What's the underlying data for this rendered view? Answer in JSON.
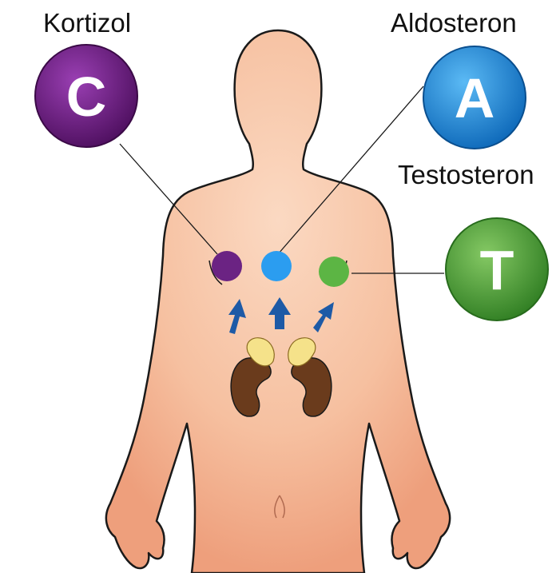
{
  "hormones": [
    {
      "name": "Kortizol",
      "letter": "C",
      "color": "#6a1f7f",
      "dot_color": "#6b2383"
    },
    {
      "name": "Aldosteron",
      "letter": "A",
      "color": "#1c8fe3",
      "dot_color": "#2b9df0"
    },
    {
      "name": "Testosteron",
      "letter": "T",
      "color": "#55a83a",
      "dot_color": "#5cb544"
    }
  ],
  "colors": {
    "skin": "#f7c3a3",
    "skin_shade": "#eea07f",
    "outline": "#1a1a1a",
    "kidney": "#6a3b1c",
    "adrenal": "#f5e28a",
    "arrow": "#1d5aa6"
  }
}
